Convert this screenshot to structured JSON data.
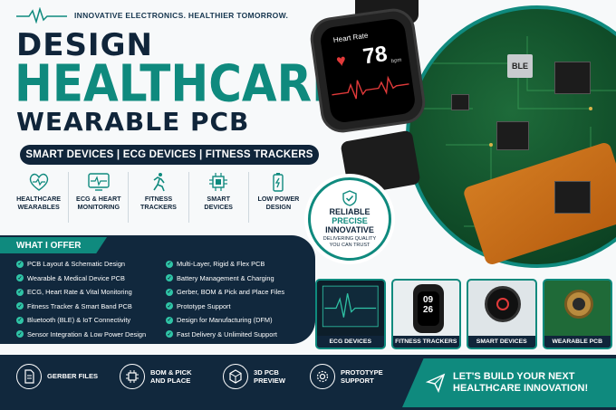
{
  "tagline": "INNOVATIVE ELECTRONICS. HEALTHIER TOMORROW.",
  "headline": {
    "line1": "DESIGN",
    "line2": "HEALTHCARE",
    "line3": "WEARABLE PCB"
  },
  "categories_pill": "SMART DEVICES  |  ECG DEVICES  |  FITNESS TRACKERS",
  "features": [
    {
      "icon": "heart-pulse-icon",
      "label": "HEALTHCARE\nWEARABLES"
    },
    {
      "icon": "ecg-monitor-icon",
      "label": "ECG & HEART\nMONITORING"
    },
    {
      "icon": "runner-icon",
      "label": "FITNESS\nTRACKERS"
    },
    {
      "icon": "chip-icon",
      "label": "SMART\nDEVICES"
    },
    {
      "icon": "battery-icon",
      "label": "LOW POWER\nDESIGN"
    }
  ],
  "offer": {
    "title": "WHAT I OFFER",
    "col1": [
      "PCB Layout & Schematic Design",
      "Wearable & Medical Device PCB",
      "ECG, Heart Rate & Vital Monitoring",
      "Fitness Tracker & Smart Band PCB",
      "Bluetooth (BLE) & IoT Connectivity",
      "Sensor Integration & Low Power Design"
    ],
    "col2": [
      "Multi-Layer, Rigid & Flex PCB",
      "Battery Management & Charging",
      "Gerber, BOM & Pick and Place Files",
      "Prototype Support",
      "Design for Manufacturing (DFM)",
      "Fast Delivery & Unlimited Support"
    ]
  },
  "watch": {
    "title": "Heart Rate",
    "value": "78",
    "unit": "bpm"
  },
  "ble_label": "BLE",
  "badge": {
    "line1": "RELIABLE",
    "line2": "PRECISE",
    "line3": "INNOVATIVE",
    "sub": "DELIVERING QUALITY\nYOU CAN TRUST"
  },
  "thumbnails": [
    {
      "caption": "ECG DEVICES"
    },
    {
      "caption": "FITNESS TRACKERS",
      "time": "09\n26"
    },
    {
      "caption": "SMART DEVICES"
    },
    {
      "caption": "WEARABLE PCB"
    }
  ],
  "bottom": {
    "items": [
      {
        "icon": "document-icon",
        "label": "GERBER FILES"
      },
      {
        "icon": "chip-icon",
        "label": "BOM & PICK\nAND PLACE"
      },
      {
        "icon": "cube-icon",
        "label": "3D PCB\nPREVIEW"
      },
      {
        "icon": "gear-icon",
        "label": "PROTOTYPE\nSUPPORT"
      }
    ],
    "cta": "LET'S BUILD YOUR NEXT\nHEALTHCARE INNOVATION!"
  },
  "colors": {
    "navy": "#10253a",
    "teal": "#0f8a7e",
    "accent": "#2fc4a6"
  }
}
